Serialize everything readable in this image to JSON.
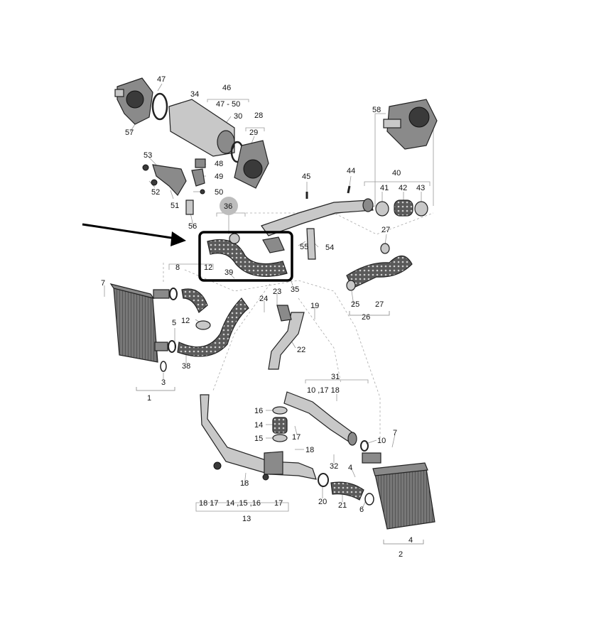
{
  "callouts": [
    {
      "id": "c47",
      "text": "47"
    },
    {
      "id": "c46",
      "text": "46"
    },
    {
      "id": "c34",
      "text": "34"
    },
    {
      "id": "c4750",
      "text": "47 - 50"
    },
    {
      "id": "c30",
      "text": "30"
    },
    {
      "id": "c28",
      "text": "28"
    },
    {
      "id": "c29",
      "text": "29"
    },
    {
      "id": "c57",
      "text": "57"
    },
    {
      "id": "c53",
      "text": "53"
    },
    {
      "id": "c48",
      "text": "48"
    },
    {
      "id": "c49",
      "text": "49"
    },
    {
      "id": "c52",
      "text": "52"
    },
    {
      "id": "c50",
      "text": "50"
    },
    {
      "id": "c51",
      "text": "51"
    },
    {
      "id": "c56",
      "text": "56"
    },
    {
      "id": "c58",
      "text": "58"
    },
    {
      "id": "c45",
      "text": "45"
    },
    {
      "id": "c44",
      "text": "44"
    },
    {
      "id": "c40",
      "text": "40"
    },
    {
      "id": "c41",
      "text": "41"
    },
    {
      "id": "c42",
      "text": "42"
    },
    {
      "id": "c43",
      "text": "43"
    },
    {
      "id": "c36",
      "text": "36"
    },
    {
      "id": "c27a",
      "text": "27"
    },
    {
      "id": "c55",
      "text": "55"
    },
    {
      "id": "c54",
      "text": "54"
    },
    {
      "id": "c8",
      "text": "8"
    },
    {
      "id": "c12a",
      "text": "12"
    },
    {
      "id": "c39",
      "text": "39"
    },
    {
      "id": "c35",
      "text": "35"
    },
    {
      "id": "c7a",
      "text": "7"
    },
    {
      "id": "c23",
      "text": "23"
    },
    {
      "id": "c24",
      "text": "24"
    },
    {
      "id": "c25",
      "text": "25"
    },
    {
      "id": "c27b",
      "text": "27"
    },
    {
      "id": "c26",
      "text": "26"
    },
    {
      "id": "c19",
      "text": "19"
    },
    {
      "id": "c5",
      "text": "5"
    },
    {
      "id": "c12b",
      "text": "12"
    },
    {
      "id": "c22",
      "text": "22"
    },
    {
      "id": "c38",
      "text": "38"
    },
    {
      "id": "c3",
      "text": "3"
    },
    {
      "id": "c1",
      "text": "1"
    },
    {
      "id": "c31",
      "text": "31"
    },
    {
      "id": "c101718",
      "text": "10 ,17 18"
    },
    {
      "id": "c16",
      "text": "16"
    },
    {
      "id": "c14",
      "text": "14"
    },
    {
      "id": "c15",
      "text": "15"
    },
    {
      "id": "c17a",
      "text": "17"
    },
    {
      "id": "c18a",
      "text": "18"
    },
    {
      "id": "c7b",
      "text": "7"
    },
    {
      "id": "c10",
      "text": "10"
    },
    {
      "id": "c32",
      "text": "32"
    },
    {
      "id": "c4a",
      "text": "4"
    },
    {
      "id": "c18b",
      "text": "18"
    },
    {
      "id": "c20",
      "text": "20"
    },
    {
      "id": "c21",
      "text": "21"
    },
    {
      "id": "c6",
      "text": "6"
    },
    {
      "id": "c1817",
      "text": "18 17"
    },
    {
      "id": "c141516",
      "text": "14 ,15 ,16"
    },
    {
      "id": "c17b",
      "text": "17"
    },
    {
      "id": "c13",
      "text": "13"
    },
    {
      "id": "c4b",
      "text": "4"
    },
    {
      "id": "c2",
      "text": "2"
    }
  ],
  "colors": {
    "highlight_box": "#000000",
    "hose": "#6e6e6e",
    "part": "#8a8a8a"
  },
  "highlight": {
    "target_callout": "36"
  }
}
